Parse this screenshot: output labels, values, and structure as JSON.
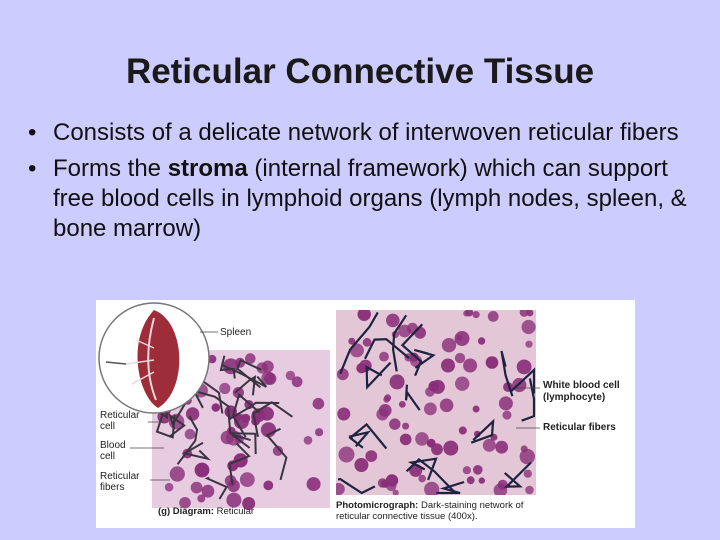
{
  "slide": {
    "title": "Reticular Connective Tissue",
    "bullets": [
      {
        "text": "Consists of a delicate network of interwoven reticular fibers"
      },
      {
        "pre": "Forms the ",
        "bold": "stroma",
        "post": " (internal framework) which can support free blood cells in lymphoid organs (lymph nodes, spleen, & bone marrow)"
      }
    ]
  },
  "figure": {
    "labels": {
      "spleen": "Spleen",
      "reticular_cell": "Reticular cell",
      "blood_cell": "Blood cell",
      "reticular_fibers_left": "Reticular fibers",
      "white_blood_cell": "White blood cell",
      "lymphocyte": "(lymphocyte)",
      "reticular_fibers_right": "Reticular fibers"
    },
    "caption_left_prefix": "(g)",
    "caption_left_bold": "Diagram:",
    "caption_left_text": "Reticular",
    "caption_right_bold": "Photomicrograph:",
    "caption_right_text": "Dark-staining network of reticular connective tissue (400x)."
  },
  "colors": {
    "background": "#ccccff",
    "tissue_purple": "#8a2f7a",
    "fiber_dark": "#2a2a3a",
    "spleen_red": "#9e2d3a"
  }
}
